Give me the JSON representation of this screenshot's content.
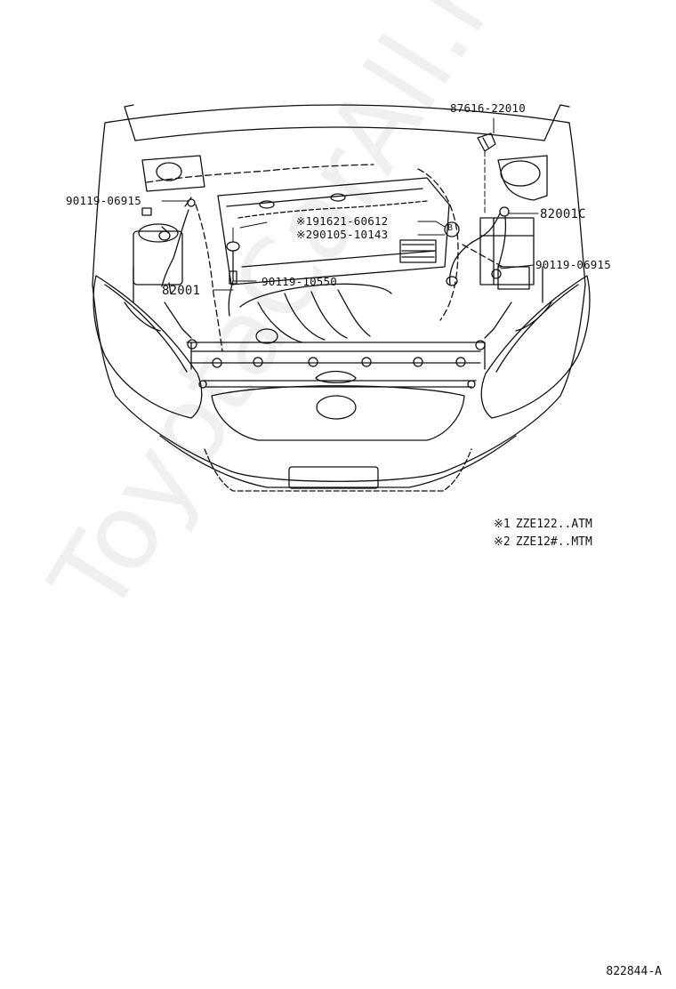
{
  "diagram": {
    "part_numbers": {
      "p87616": "87616-22010",
      "p90119_left": "90119-06915",
      "p91621": "91621-60612",
      "p90105": "90105-10143",
      "p90119_center": "90119-10550",
      "p82001": "82001",
      "p82001c": "82001C",
      "p90119_right": "90119-06915"
    },
    "marks": {
      "m1": "※1",
      "m2": "※2"
    },
    "callout_letter": "B",
    "legend": [
      {
        "mark": "※1",
        "text": "ZZE122..ATM"
      },
      {
        "mark": "※2",
        "text": "ZZE12#..MTM"
      }
    ],
    "diagram_id": "822844-A",
    "watermark": "ToyotaCarAll.ru"
  }
}
